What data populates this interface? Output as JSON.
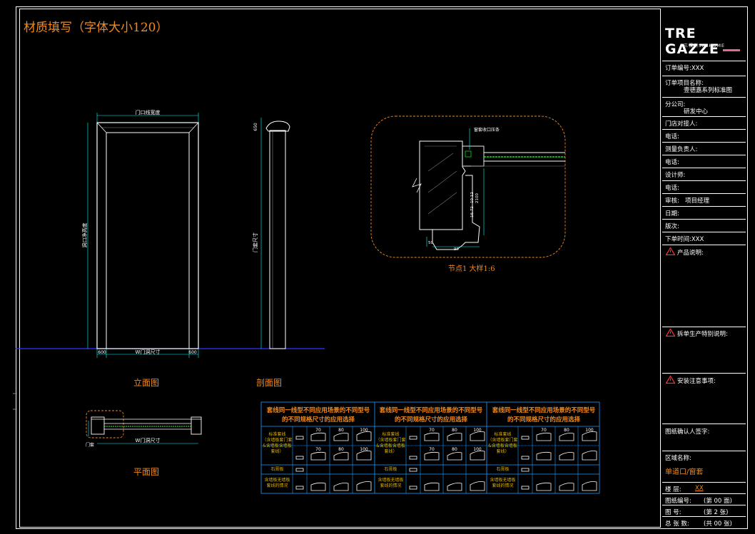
{
  "header_note": "材质填写（字体大小120）",
  "titleblock": {
    "logo_text": "TRE GAZZE",
    "logo_sub": "三棵树SKSHOME",
    "order_no": "订单编号:XXX",
    "project_label": "订单项目名称:",
    "project_value": "壹德嘉系列标准图",
    "branch_label": "分公司:",
    "branch_value": "研发中心",
    "store_owner": "门店对接人:",
    "phone1": "电话:",
    "measure_owner": "测量负责人:",
    "phone2": "电话:",
    "designer": "设计师:",
    "phone3": "电话:",
    "reviewer_label": "审核:",
    "reviewer_value": "项目经理",
    "date": "日期:",
    "version": "版次:",
    "issue_time": "下单时间:XXX",
    "product_note": "产品说明:",
    "split_note": "拆单生产特别说明:",
    "install_note": "安装注意事项:",
    "confirm_sign": "图纸确认人签字:",
    "area_label": "区域名称:",
    "area_value": "单道口/窗套",
    "rows": [
      {
        "k": "楼  层:",
        "v": "XX"
      },
      {
        "k": "图纸编号:",
        "v": "(第 00 面)"
      },
      {
        "k": "图  号:",
        "v": "(第 2 张)"
      },
      {
        "k": "总 张 数:",
        "v": "(共 00 张)"
      }
    ]
  },
  "drawing": {
    "elevation_label": "立面图",
    "section_label": "剖面图",
    "plan_label": "平面图",
    "node_label": "节点1 大样1:6",
    "top_dim": "门口线宽度",
    "left_dim": "洞口净高度",
    "bottom_dim": "W门洞尺寸",
    "side_dim_a": "600",
    "side_dim_b": "600",
    "section_dim": "门套尺寸",
    "section_top": "650",
    "plan_dim": "W门洞尺寸",
    "plan_left": "门套",
    "node_top": "窗套收口压条",
    "node_dims": [
      "10.12",
      "2100",
      "16.72",
      "50",
      "90"
    ]
  },
  "table": {
    "headers": [
      "套线同一线型不同应用场景的不同型号的不同规格尺寸的应用选择",
      "套线同一线型不同应用场景的不同型号的不同规格尺寸的应用选择",
      "套线同一线型不同应用场景的不同型号的不同规格尺寸的应用选择"
    ],
    "row_labels": [
      [
        "标准套线",
        "（含墙板套门套",
        "&含墙板含墙板",
        "套线）"
      ],
      [
        "石膏板"
      ],
      [
        "含墙板无墙板",
        "套线的情况"
      ]
    ],
    "sizes_a": [
      "70",
      "80",
      "100"
    ],
    "sizes_b": [
      "70",
      "80",
      "100"
    ]
  }
}
